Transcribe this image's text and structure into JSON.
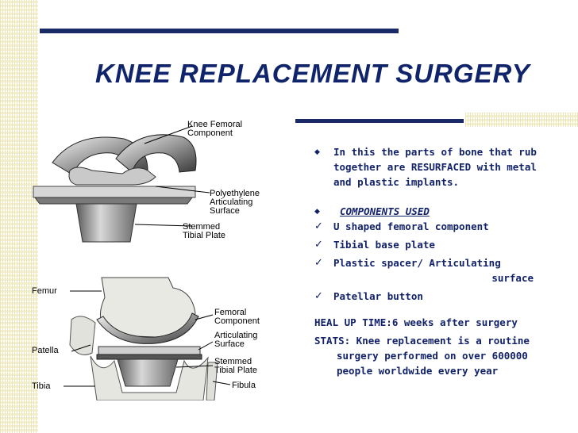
{
  "slide": {
    "title": "KNEE REPLACEMENT SURGERY"
  },
  "figure_top": {
    "labels": {
      "femoral": [
        "Knee Femoral",
        "Component"
      ],
      "poly": [
        "Polyethylene",
        "Articulating",
        "Surface"
      ],
      "tibial": [
        "Stemmed",
        "Tibial Plate"
      ]
    }
  },
  "figure_bottom": {
    "labels": {
      "femur": "Femur",
      "patella": "Patella",
      "tibia": "Tibia",
      "femoral": [
        "Femoral",
        "Component"
      ],
      "articulating": [
        "Articulating",
        "Surface"
      ],
      "tibial": [
        "Stemmed",
        "Tibial Plate"
      ],
      "fibula": "Fibula"
    }
  },
  "content": {
    "intro": "In this the parts of bone that rub together are RESURFACED with metal and plastic implants.",
    "components_heading": "COMPONENTS USED",
    "components": [
      "U shaped femoral component",
      "Tibial base plate"
    ],
    "spacer_line1": "Plastic spacer/ Articulating",
    "spacer_line2": "surface",
    "patellar": "Patellar button",
    "heal": "HEAL UP TIME:6 weeks after surgery",
    "stats_line1": "STATS: Knee replacement is a routine",
    "stats_line2": "surgery performed on over 600000",
    "stats_line3": "people worldwide every year"
  },
  "colors": {
    "title": "#10246b",
    "rule": "#1a2a66",
    "text": "#12226a"
  }
}
